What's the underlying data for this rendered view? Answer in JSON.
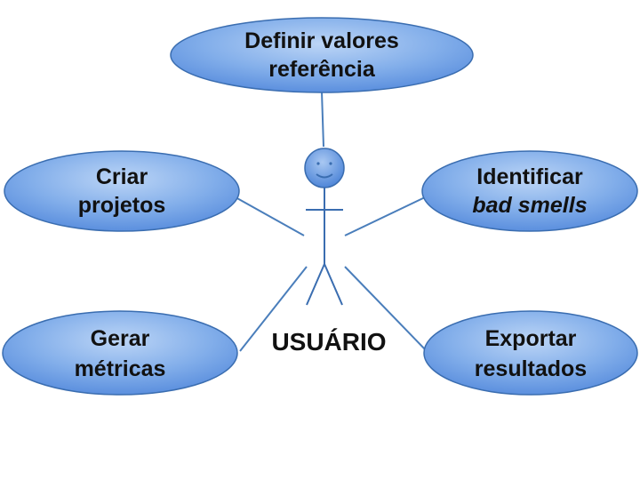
{
  "colors": {
    "ellipse_fill_light": "#a9c8f2",
    "ellipse_fill_dark": "#5b8fde",
    "stroke": "#3a6db0",
    "text": "#111111"
  },
  "actor": {
    "label": "USUÁRIO"
  },
  "use_cases": {
    "definir": {
      "line1": "Definir valores",
      "line2": "referência"
    },
    "criar": {
      "line1": "Criar",
      "line2": "projetos"
    },
    "identificar": {
      "line1": "Identificar",
      "line2": "bad smells"
    },
    "gerar": {
      "line1": "Gerar",
      "line2": "métricas"
    },
    "exportar": {
      "line1": "Exportar",
      "line2": "resultados"
    }
  }
}
